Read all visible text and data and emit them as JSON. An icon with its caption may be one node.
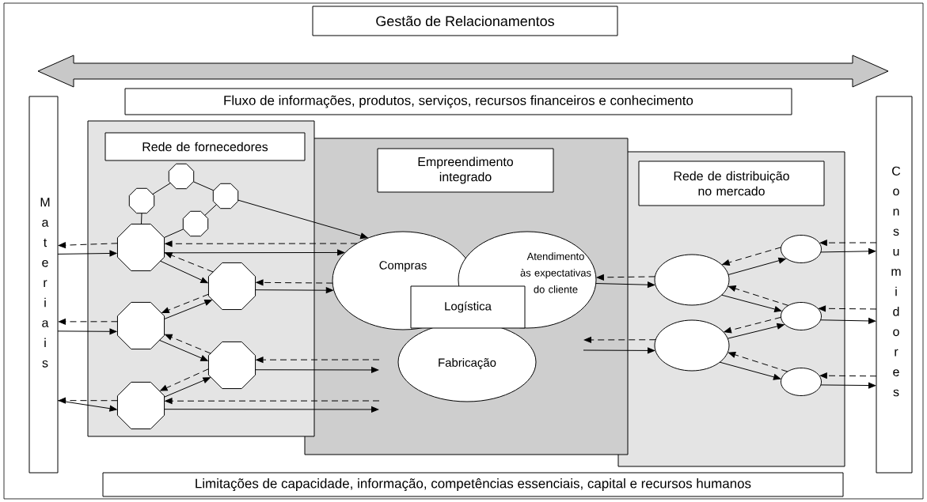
{
  "diagram": {
    "nodes": [
      {
        "text": [
          "Gestão de Relacionamentos"
        ]
      },
      {
        "text": [
          "Fluxo de informações, produtos, serviços, recursos financeiros e conhecimento"
        ]
      },
      {
        "text": [
          "Materiais"
        ]
      },
      {
        "text": [
          "Rede de fornecedores"
        ]
      },
      {
        "text": [],
        "shape": "octagon",
        "in": 3
      },
      {
        "text": [],
        "shape": "octagon",
        "in": 3
      },
      {
        "text": [],
        "shape": "octagon",
        "in": 3
      },
      {
        "text": [],
        "shape": "octagon",
        "in": 3
      },
      {
        "text": [],
        "shape": "octagon",
        "in": 3
      },
      {
        "text": [],
        "shape": "octagon",
        "in": 3
      },
      {
        "text": [],
        "shape": "octagon",
        "in": 3
      },
      {
        "text": [],
        "shape": "octagon",
        "in": 3
      },
      {
        "text": [],
        "shape": "octagon",
        "in": 3
      },
      {
        "text": [
          "Empreendimento integrado"
        ]
      },
      {
        "text": [
          "Compras"
        ],
        "in": 13
      },
      {
        "text": [
          "Atendimento às expectativas do cliente"
        ],
        "in": 13
      },
      {
        "text": [
          "Logística"
        ],
        "in": 13
      },
      {
        "text": [
          "Fabricação"
        ],
        "in": 13
      },
      {
        "text": [
          "Rede de distribuição no mercado"
        ]
      },
      {
        "text": [],
        "shape": "ellipse",
        "in": 18
      },
      {
        "text": [],
        "shape": "ellipse",
        "in": 18
      },
      {
        "text": [],
        "shape": "ellipse",
        "in": 18
      },
      {
        "text": [],
        "shape": "ellipse",
        "in": 18
      },
      {
        "text": [],
        "shape": "ellipse",
        "in": 18
      },
      {
        "text": [
          "Consumidores"
        ]
      },
      {
        "text": [
          "Limitações de capacidade, informação, competências essenciais, capital e recursos humanos"
        ]
      }
    ],
    "edges": [
      {
        "from": 2,
        "to": 8,
        "arrow": "to"
      },
      {
        "from": 8,
        "to": 2,
        "arrow": "to",
        "style": "dashed"
      },
      {
        "from": 2,
        "to": 10,
        "arrow": "to"
      },
      {
        "from": 10,
        "to": 2,
        "arrow": "to",
        "style": "dashed"
      },
      {
        "from": 2,
        "to": 12,
        "arrow": "to"
      },
      {
        "from": 12,
        "to": 2,
        "arrow": "to",
        "style": "dashed"
      },
      {
        "from": 6,
        "to": 8,
        "arrow": "none"
      },
      {
        "from": 6,
        "to": 4,
        "arrow": "none"
      },
      {
        "from": 4,
        "to": 5,
        "arrow": "none"
      },
      {
        "from": 5,
        "to": 7,
        "arrow": "none"
      },
      {
        "from": 7,
        "to": 8,
        "arrow": "none"
      },
      {
        "from": 5,
        "to": 14,
        "arrow": "to"
      },
      {
        "from": 8,
        "to": 9,
        "arrow": "to"
      },
      {
        "from": 9,
        "to": 8,
        "arrow": "to",
        "style": "dashed"
      },
      {
        "from": 10,
        "to": 9,
        "arrow": "to"
      },
      {
        "from": 9,
        "to": 10,
        "arrow": "to",
        "style": "dashed"
      },
      {
        "from": 10,
        "to": 11,
        "arrow": "to"
      },
      {
        "from": 11,
        "to": 10,
        "arrow": "to",
        "style": "dashed"
      },
      {
        "from": 12,
        "to": 11,
        "arrow": "to"
      },
      {
        "from": 11,
        "to": 12,
        "arrow": "to",
        "style": "dashed"
      },
      {
        "from": 8,
        "to": 14,
        "arrow": "to"
      },
      {
        "from": 14,
        "to": 8,
        "arrow": "to",
        "style": "dashed"
      },
      {
        "from": 9,
        "to": 14,
        "arrow": "to"
      },
      {
        "from": 14,
        "to": 9,
        "arrow": "to",
        "style": "dashed"
      },
      {
        "from": 11,
        "to": null,
        "arrow": "to"
      },
      {
        "from": null,
        "to": 11,
        "arrow": "to",
        "style": "dashed"
      },
      {
        "from": 12,
        "to": null,
        "arrow": "to"
      },
      {
        "from": null,
        "to": 12,
        "arrow": "to",
        "style": "dashed"
      },
      {
        "from": 15,
        "to": 19,
        "arrow": "to"
      },
      {
        "from": 19,
        "to": 15,
        "arrow": "to",
        "style": "dashed"
      },
      {
        "from": 20,
        "to": null,
        "arrow": "to",
        "style": "dashed"
      },
      {
        "from": null,
        "to": 20,
        "arrow": "to"
      },
      {
        "from": 19,
        "to": 21,
        "arrow": "to"
      },
      {
        "from": 21,
        "to": 19,
        "arrow": "to",
        "style": "dashed"
      },
      {
        "from": 19,
        "to": 22,
        "arrow": "to"
      },
      {
        "from": 22,
        "to": 19,
        "arrow": "to",
        "style": "dashed"
      },
      {
        "from": 20,
        "to": 22,
        "arrow": "to"
      },
      {
        "from": 22,
        "to": 20,
        "arrow": "to",
        "style": "dashed"
      },
      {
        "from": 20,
        "to": 23,
        "arrow": "to"
      },
      {
        "from": 23,
        "to": 20,
        "arrow": "to",
        "style": "dashed"
      },
      {
        "from": 21,
        "to": 24,
        "arrow": "to"
      },
      {
        "from": 24,
        "to": 21,
        "arrow": "to",
        "style": "dashed"
      },
      {
        "from": 22,
        "to": 24,
        "arrow": "to"
      },
      {
        "from": 24,
        "to": 22,
        "arrow": "to",
        "style": "dashed"
      },
      {
        "from": 23,
        "to": 24,
        "arrow": "to"
      },
      {
        "from": 24,
        "to": 23,
        "arrow": "to",
        "style": "dashed"
      },
      {
        "from": 2,
        "to": 24,
        "arrow": "both",
        "style": "thick"
      }
    ]
  }
}
